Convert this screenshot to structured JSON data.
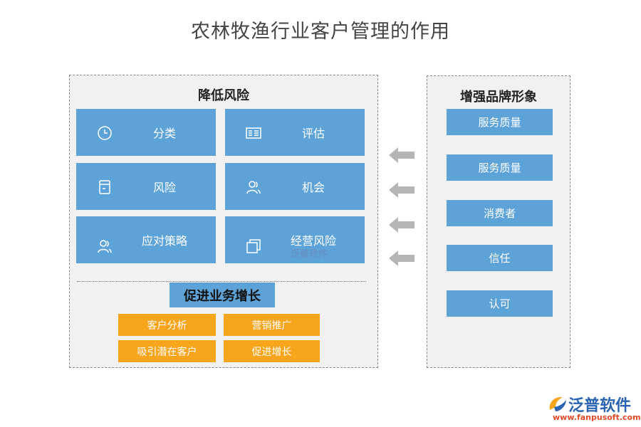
{
  "title": "农林牧渔行业客户管理的作用",
  "left_panel": {
    "title": "降低风险",
    "tiles": [
      {
        "label": "分类",
        "icon": "clock-icon"
      },
      {
        "label": "评估",
        "icon": "card-icon"
      },
      {
        "label": "风险",
        "icon": "document-icon"
      },
      {
        "label": "机会",
        "icon": "users-icon"
      },
      {
        "label": "应对策略",
        "icon": "users-icon"
      },
      {
        "label": "经营风险",
        "icon": "stack-icon"
      }
    ],
    "growth": {
      "title": "促进业务增长",
      "items": [
        "客户分析",
        "营销推广",
        "吸引潜在客户",
        "促进增长"
      ]
    }
  },
  "right_panel": {
    "title": "增强品牌形象",
    "items": [
      "服务质量",
      "服务质量",
      "消费者",
      "信任",
      "认可"
    ]
  },
  "watermark": "泛普软件",
  "logo": {
    "name": "泛普软件",
    "url": "www.fanpusoft.com"
  },
  "colors": {
    "tile_blue": "#5ea3d8",
    "tile_orange": "#f7a51d",
    "arrow_gray": "#b5b5b5",
    "panel_bg": "#f1f1f1"
  }
}
